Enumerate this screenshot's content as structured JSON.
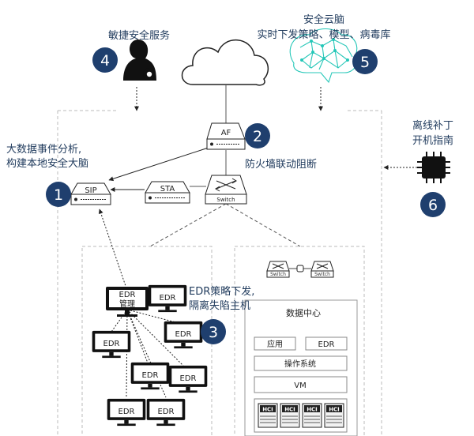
{
  "captions": {
    "agile_service": "敏捷安全服务",
    "cloud_brain_l1": "安全云脑",
    "cloud_brain_l2": "实时下发策略、模型、病毒库",
    "bigdata_l1": "大数据事件分析,",
    "bigdata_l2": "构建本地安全大脑",
    "firewall": "防火墙联动阻断",
    "offline_l1": "离线补丁",
    "offline_l2": "开机指南",
    "edr_l1": "EDR策略下发,",
    "edr_l2": "隔离失陷主机"
  },
  "devices": {
    "af": "AF",
    "sip": "SIP",
    "sta": "STA",
    "switch": "Switch",
    "dc_switch_a": "Switch",
    "dc_switch_b": "Switch"
  },
  "edr": {
    "manager_l1": "EDR",
    "manager_l2": "管理",
    "endpoint": "EDR"
  },
  "datacenter": {
    "title": "数据中心",
    "app": "应用",
    "edr": "EDR",
    "os": "操作系统",
    "vm": "VM",
    "hci": [
      "HCI",
      "HCI",
      "HCI",
      "HCI"
    ]
  },
  "badges": [
    "1",
    "2",
    "3",
    "4",
    "5",
    "6"
  ],
  "colors": {
    "badge": "#1f3f6e",
    "brain": "#25c7b8",
    "text": "#1f3a5c"
  }
}
